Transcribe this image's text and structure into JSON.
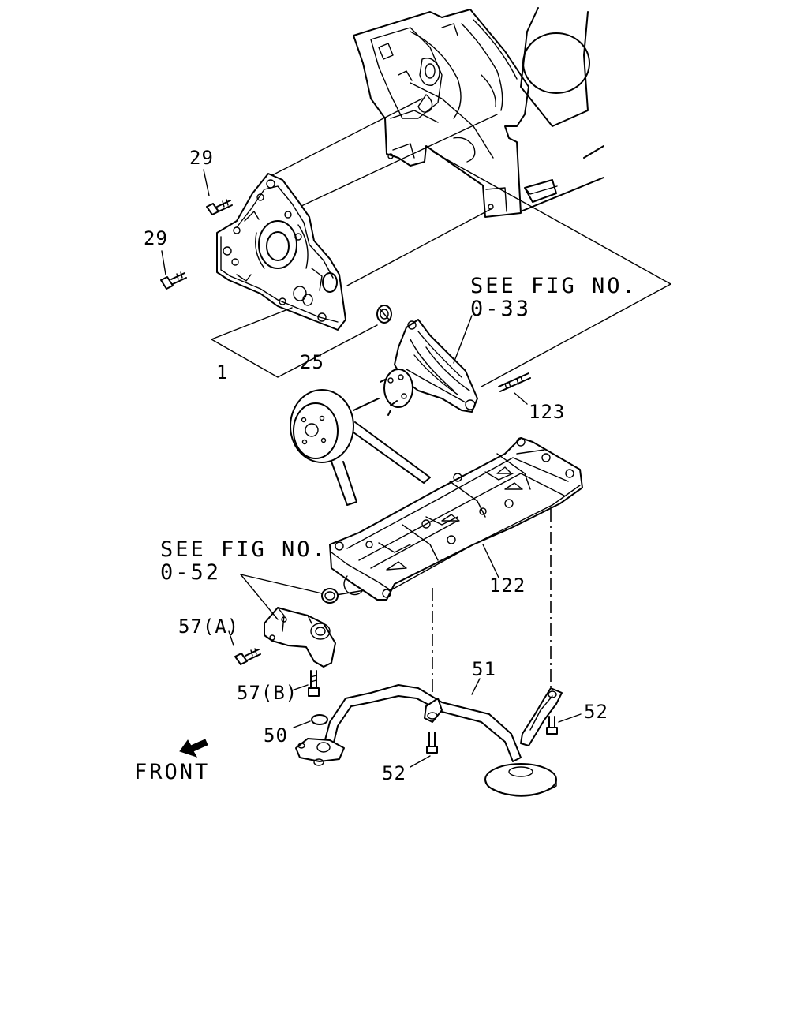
{
  "labels": {
    "p29_top": "29",
    "p29_left": "29",
    "p1": "1",
    "p25": "25",
    "see_fig_033": "SEE FIG NO.\n0-33",
    "p123": "123",
    "see_fig_052": "SEE FIG NO.\n0-52",
    "p122": "122",
    "p57a": "57(A)",
    "p57b": "57(B)",
    "p51": "51",
    "p50": "50",
    "p52_right": "52",
    "p52_bottom": "52",
    "front": "FRONT"
  },
  "icons": {
    "front_arrow": "front-arrow-icon"
  }
}
